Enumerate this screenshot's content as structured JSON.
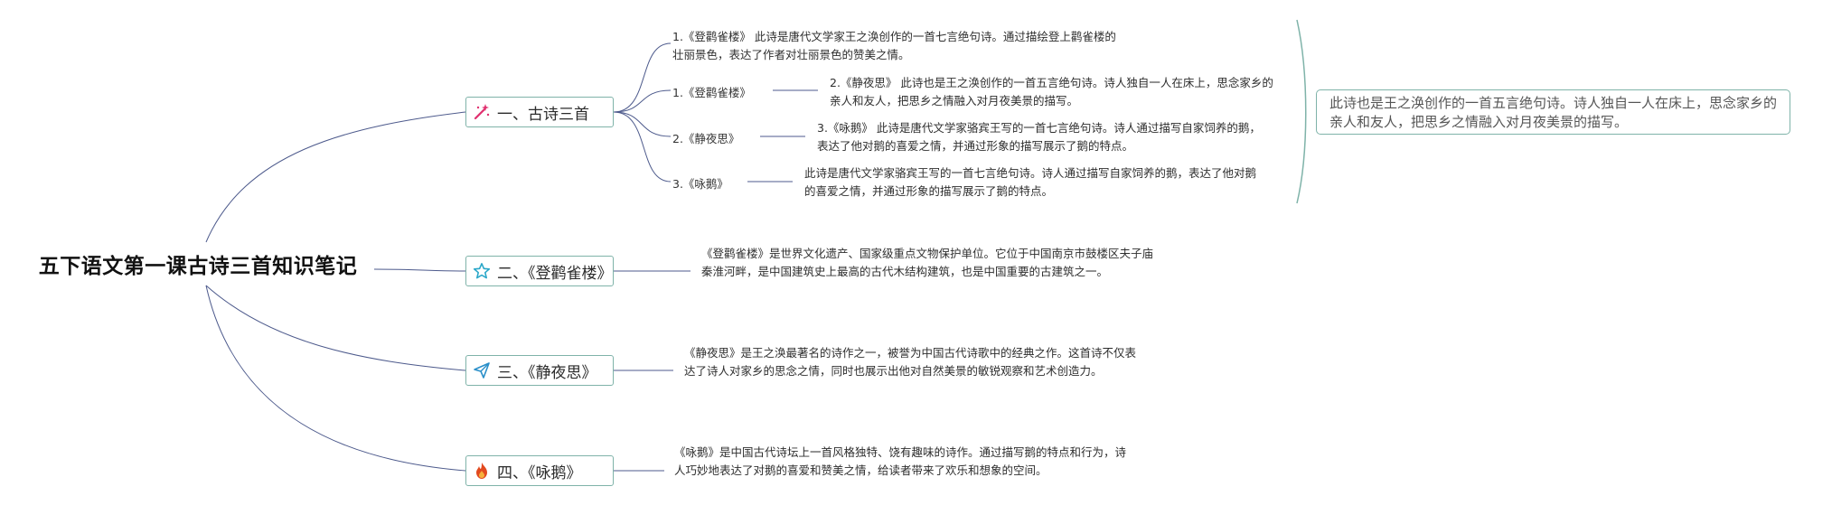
{
  "root": {
    "title": "五下语文第一课古诗三首知识笔记"
  },
  "branches": [
    {
      "label": "一、古诗三首",
      "icon": "magic-wand-icon",
      "icon_color": "#e0306f"
    },
    {
      "label": "二、《登鹳雀楼》",
      "icon": "star-icon",
      "icon_color": "#2aa7c9"
    },
    {
      "label": "三、《静夜思》",
      "icon": "paper-plane-icon",
      "icon_color": "#2a8fc9"
    },
    {
      "label": "四、《咏鹅》",
      "icon": "fire-icon",
      "icon_color": "#e24a1f"
    }
  ],
  "sub1": {
    "intro": "1.《登鹳雀楼》 此诗是唐代文学家王之涣创作的一首七言绝句诗。通过描绘登上鹳雀楼的壮丽景色，表达了作者对壮丽景色的赞美之情。",
    "items": [
      {
        "label": "1.《登鹳雀楼》",
        "desc": "2.《静夜思》 此诗也是王之涣创作的一首五言绝句诗。诗人独自一人在床上，思念家乡的亲人和友人，把思乡之情融入对月夜美景的描写。"
      },
      {
        "label": "2.《静夜思》",
        "desc": "3.《咏鹅》 此诗是唐代文学家骆宾王写的一首七言绝句诗。诗人通过描写自家饲养的鹅，表达了他对鹅的喜爱之情，并通过形象的描写展示了鹅的特点。"
      },
      {
        "label": "3.《咏鹅》",
        "desc": "此诗是唐代文学家骆宾王写的一首七言绝句诗。诗人通过描写自家饲养的鹅，表达了他对鹅的喜爱之情，并通过形象的描写展示了鹅的特点。"
      }
    ]
  },
  "summary_note": "此诗也是王之涣创作的一首五言绝句诗。诗人独自一人在床上，思念家乡的亲人和友人，把思乡之情融入对月夜美景的描写。",
  "details": {
    "dengguanque": "《登鹳雀楼》是世界文化遗产、国家级重点文物保护单位。它位于中国南京市鼓楼区夫子庙秦淮河畔，是中国建筑史上最高的古代木结构建筑，也是中国重要的古建筑之一。",
    "jingyesi": "《静夜思》是王之涣最著名的诗作之一，被誉为中国古代诗歌中的经典之作。这首诗不仅表达了诗人对家乡的思念之情，同时也展示出他对自然美景的敏锐观察和艺术创造力。",
    "yonge": "《咏鹅》是中国古代诗坛上一首风格独特、饶有趣味的诗作。通过描写鹅的特点和行为，诗人巧妙地表达了对鹅的喜爱和赞美之情，给读者带来了欢乐和想象的空间。"
  },
  "colors": {
    "link": "#4d5a8c",
    "border": "#7fb3a9"
  }
}
